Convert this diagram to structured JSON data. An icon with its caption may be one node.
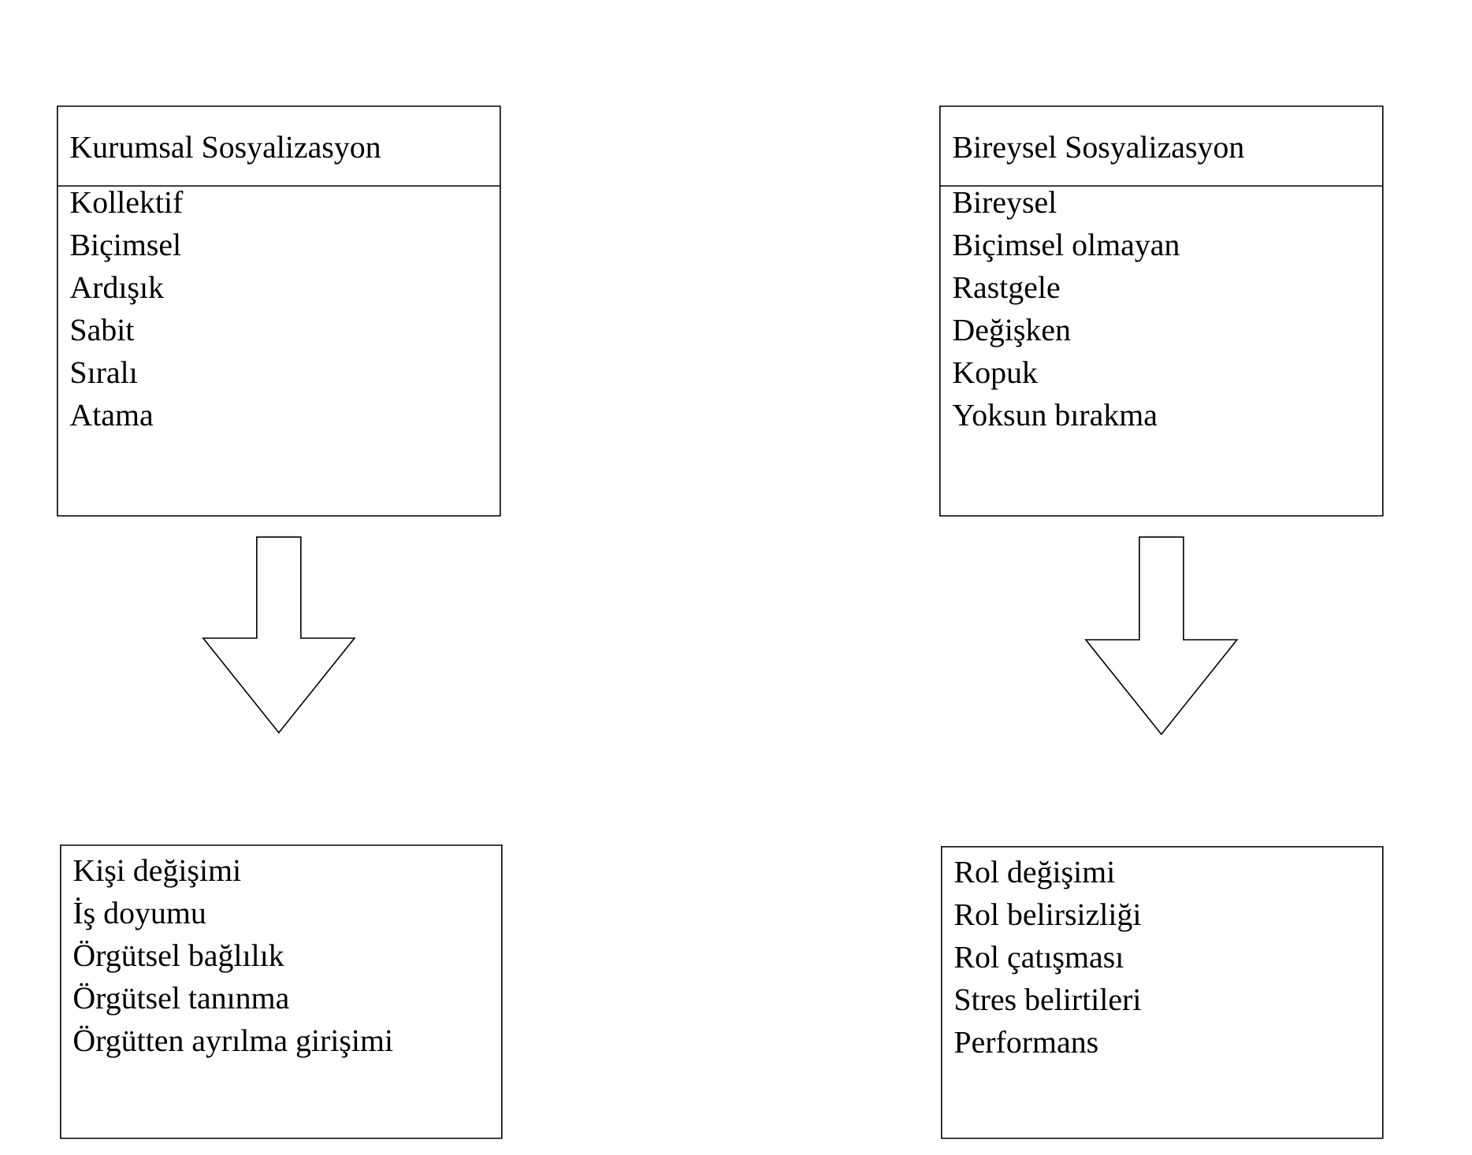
{
  "diagram": {
    "nodes": [
      {
        "text": [
          "Kurumsal Sosyalizasyon",
          "Kollektif",
          "Biçimsel",
          "Ardışık",
          "Sabit",
          "Sıralı",
          "Atama"
        ]
      },
      {
        "text": [
          "Bireysel Sosyalizasyon",
          "Bireysel",
          "Biçimsel olmayan",
          "Rastgele",
          "Değişken",
          "Kopuk",
          "Yoksun bırakma"
        ]
      },
      {
        "text": [
          "Kişi değişimi",
          "İş doyumu",
          "Örgütsel bağlılık",
          "Örgütsel tanınma",
          "Örgütten ayrılma girişimi"
        ]
      },
      {
        "text": [
          "Rol değişimi",
          "Rol belirsizliği",
          "Rol çatışması",
          "Stres belirtileri",
          "Performans"
        ]
      }
    ],
    "edges": [
      {
        "from": 0,
        "to": 2,
        "arrow": "to"
      },
      {
        "from": 1,
        "to": 3,
        "arrow": "to"
      }
    ]
  }
}
